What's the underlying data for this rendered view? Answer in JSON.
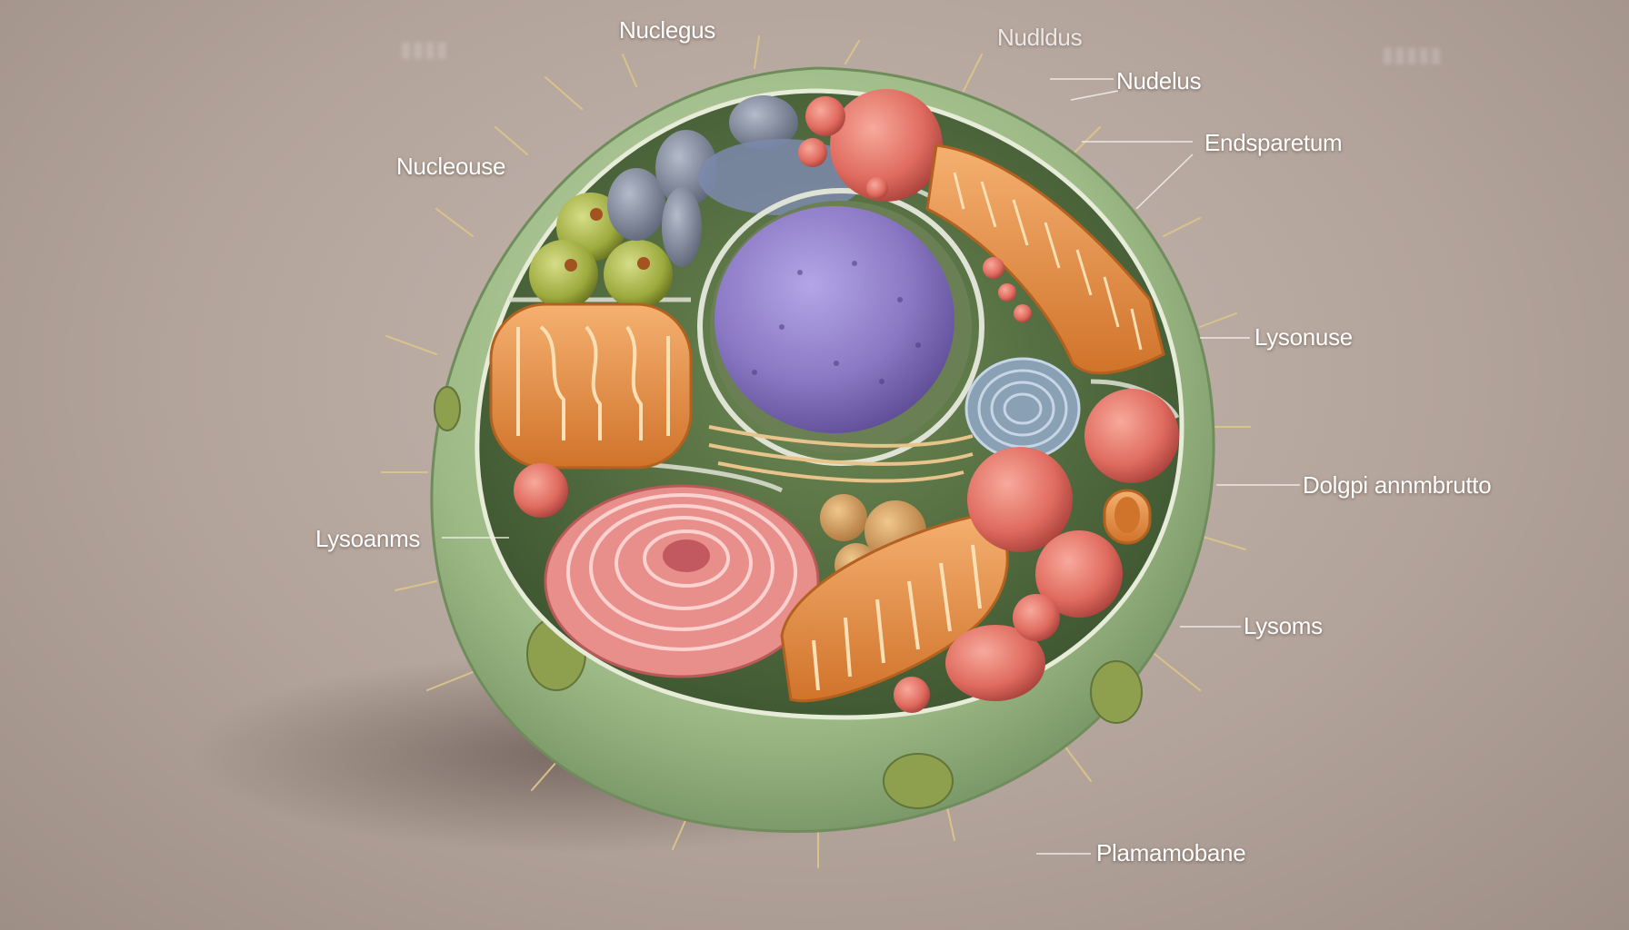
{
  "diagram": {
    "labels": [
      {
        "id": "nucleus-top",
        "text": "Nuclegus"
      },
      {
        "id": "nucleus-top-right",
        "text": "Nudldus"
      },
      {
        "id": "nucleus-right",
        "text": "Nudelus"
      },
      {
        "id": "endoplasmic",
        "text": "Endsparetum"
      },
      {
        "id": "nucleous-left",
        "text": "Nucleouse"
      },
      {
        "id": "lysosome-right",
        "text": "Lysonuse"
      },
      {
        "id": "golgi",
        "text": "Dolgpi annmbrutto"
      },
      {
        "id": "lysosome-left",
        "text": "Lysoanms"
      },
      {
        "id": "lysosome-lower",
        "text": "Lysoms"
      },
      {
        "id": "plasma-membrane",
        "text": "Plamamobane"
      }
    ],
    "colors": {
      "membrane": "#9dba86",
      "nucleus": "#8a78c4",
      "mitochondria": "#e5913c",
      "lysosome": "#e06b5f",
      "golgi": "#e88f8c",
      "vesicle": "#9caa3d",
      "background": "#b8aaa1"
    }
  }
}
